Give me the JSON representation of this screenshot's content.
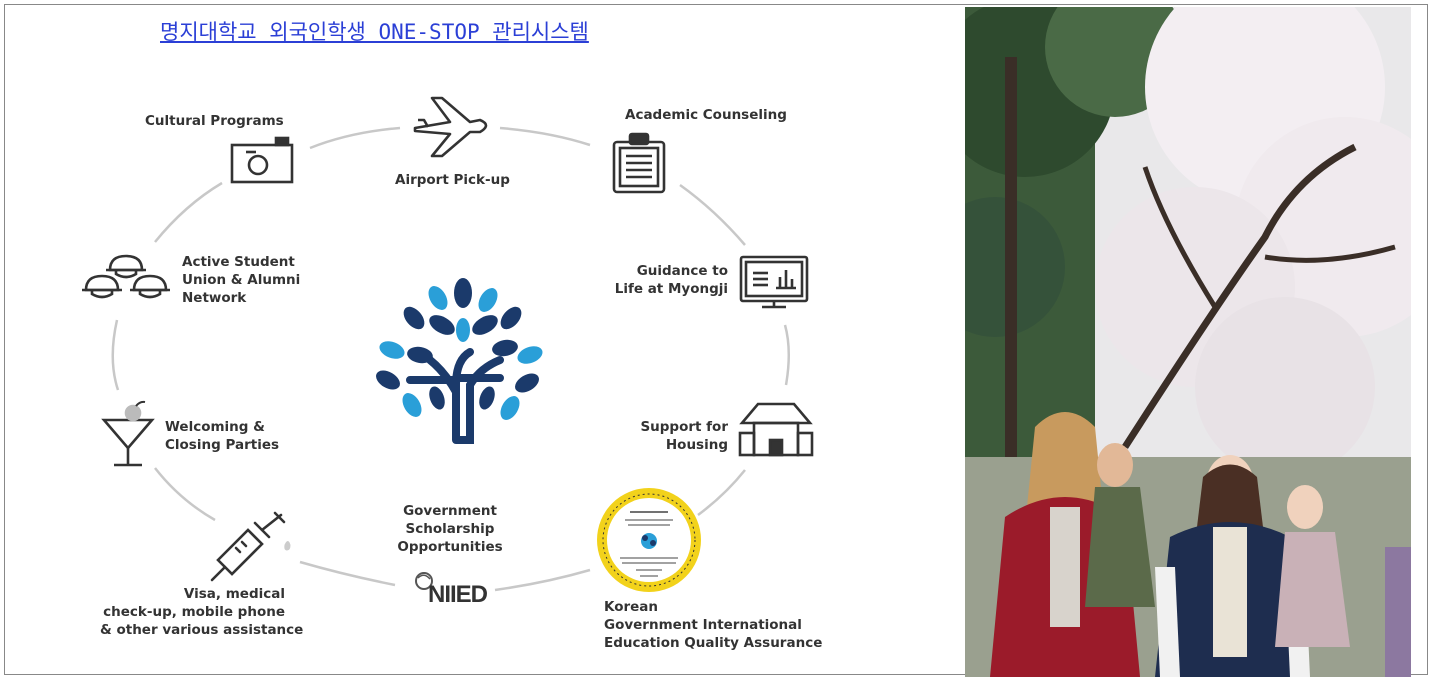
{
  "title": "명지대학교 외국인학생 ONE-STOP 관리시스템",
  "services": {
    "airport": "Airport Pick-up",
    "academic": "Academic Counseling",
    "guidance": [
      "Guidance to",
      "Life at Myongji"
    ],
    "housing": [
      "Support for",
      "Housing"
    ],
    "korean": [
      "Korean",
      "Government International",
      "Education Quality Assurance"
    ],
    "government": [
      "Government",
      "Scholarship",
      "Opportunities"
    ],
    "visa": [
      "Visa, medical",
      "check-up, mobile phone",
      "& other various assistance"
    ],
    "welcoming": [
      "Welcoming &",
      "Closing Parties"
    ],
    "union": [
      "Active Student",
      "Union & Alumni",
      "Network"
    ],
    "cultural": "Cultural Programs"
  },
  "niied_logo_text": "NIIED",
  "colors": {
    "title": "#2b3fd6",
    "tree_dark": "#1b3a6b",
    "tree_light": "#2a9fd8",
    "seal": "#f2d21b",
    "icon": "#333333"
  },
  "icons": [
    "airplane-icon",
    "clipboard-icon",
    "monitor-chart-icon",
    "house-icon",
    "quality-seal-icon",
    "niied-logo",
    "syringe-icon",
    "cocktail-icon",
    "helmets-icon",
    "camera-icon",
    "tree-logo"
  ]
}
